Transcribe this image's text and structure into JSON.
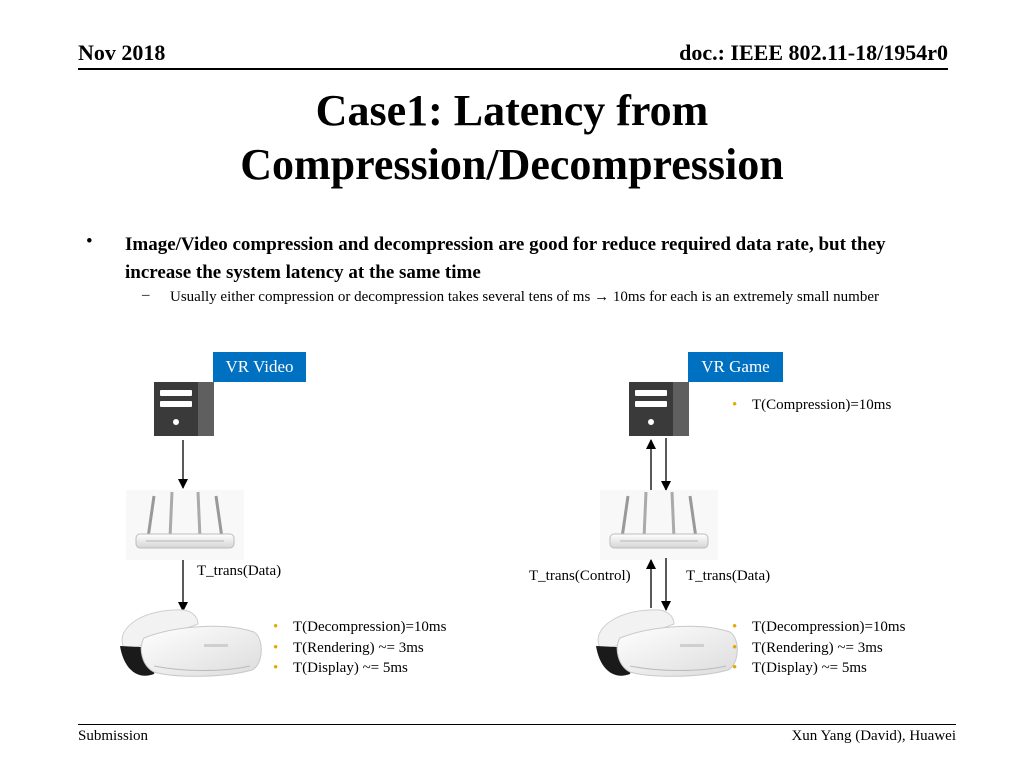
{
  "header": {
    "date": "Nov 2018",
    "doc": "doc.: IEEE 802.11-18/1954r0"
  },
  "title": {
    "line1": "Case1: Latency from",
    "line2": "Compression/Decompression"
  },
  "bullets": {
    "main_symbol": "•",
    "main": "Image/Video compression and decompression are good for reduce required data rate, but they increase the system latency at the same time",
    "sub_symbol": "–",
    "sub_before": "Usually either compression or decompression takes several tens of ms ",
    "sub_arrow": "→",
    "sub_after": " 10ms for each is an extremely small number"
  },
  "diagram": {
    "bullet_symbol": "•",
    "vr_video": {
      "label": "VR Video",
      "link_label": "T_trans(Data)",
      "client_notes": [
        "T(Decompression)=10ms",
        "T(Rendering) ~= 3ms",
        "T(Display) ~= 5ms"
      ]
    },
    "vr_game": {
      "label": "VR Game",
      "server_notes": [
        "T(Compression)=10ms"
      ],
      "uplink_label": "T_trans(Control)",
      "downlink_label": "T_trans(Data)",
      "client_notes": [
        "T(Decompression)=10ms",
        "T(Rendering) ~= 3ms",
        "T(Display) ~= 5ms"
      ]
    },
    "colors": {
      "label_bg": "#0070c0",
      "bullet": "#e2a900",
      "server": "#4a4a4a"
    },
    "icons": [
      "server-icon",
      "wifi-router-icon",
      "vr-headset-icon"
    ]
  },
  "footer": {
    "left": "Submission",
    "right": "Xun Yang (David), Huawei"
  }
}
